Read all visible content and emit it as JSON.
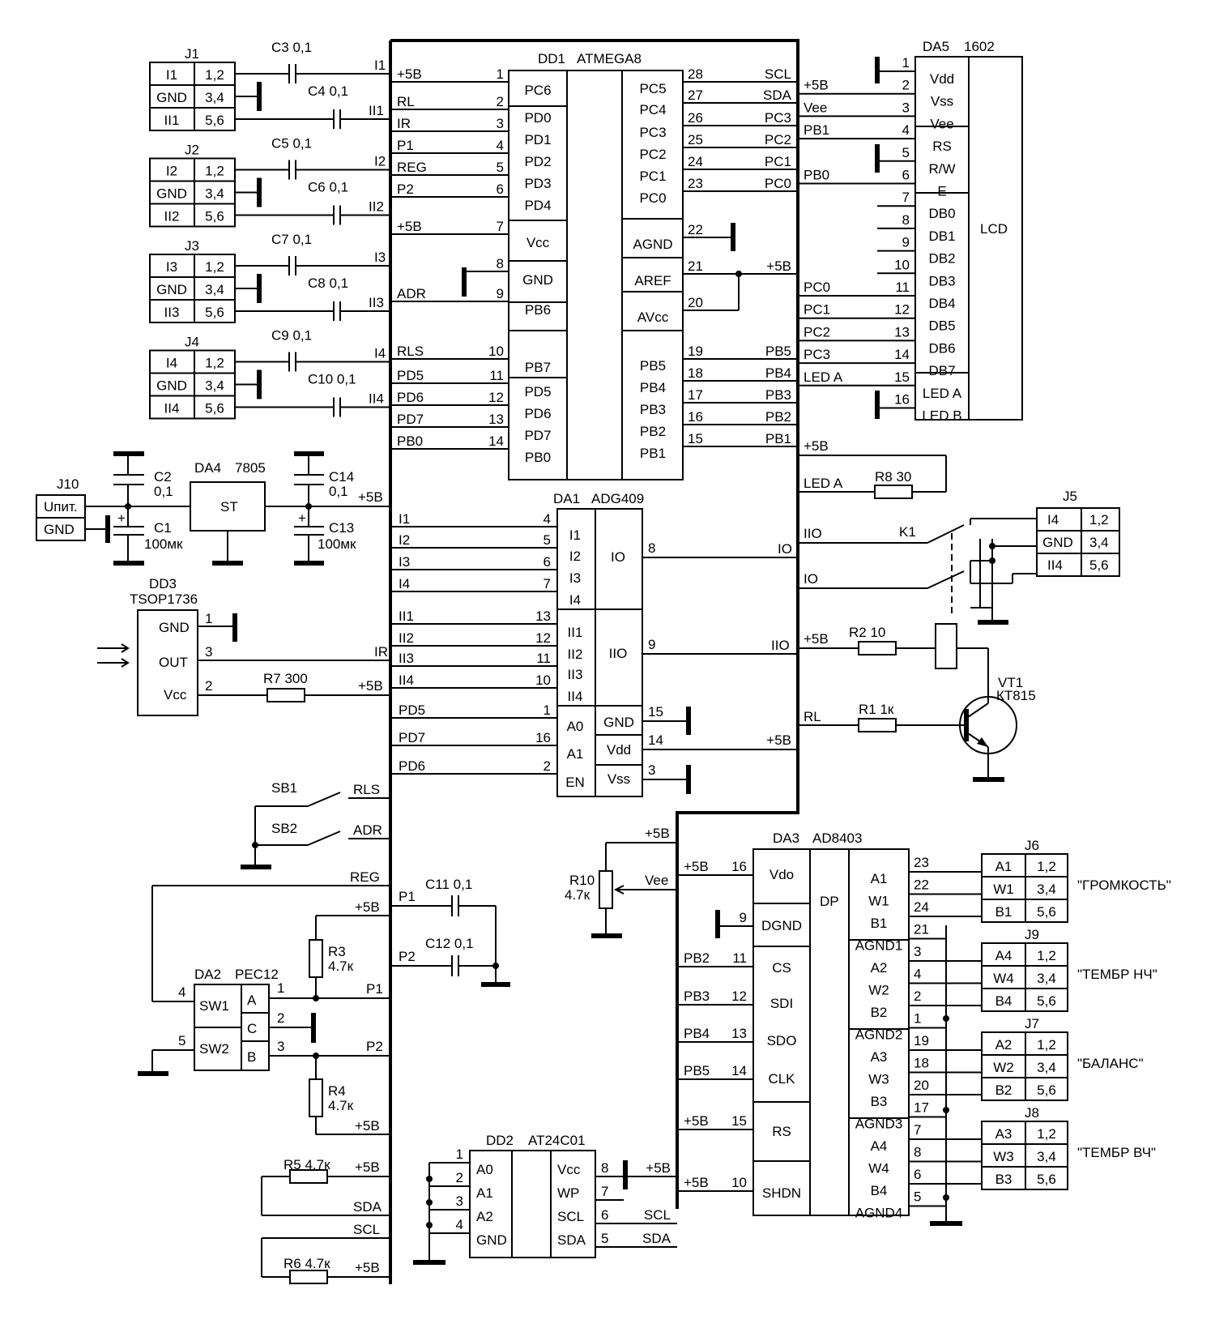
{
  "chips": {
    "dd1": {
      "ref": "DD1",
      "type": "ATMEGA8",
      "left_pins": [
        {
          "net": "+5B",
          "num": "1",
          "name": "PC6"
        },
        {
          "net": "RL",
          "num": "2",
          "name": "PD0"
        },
        {
          "net": "IR",
          "num": "3",
          "name": "PD1"
        },
        {
          "net": "P1",
          "num": "4",
          "name": "PD2"
        },
        {
          "net": "REG",
          "num": "5",
          "name": "PD3"
        },
        {
          "net": "P2",
          "num": "6",
          "name": "PD4"
        },
        {
          "net": "+5B",
          "num": "7",
          "name": "Vcc"
        },
        {
          "net": "",
          "num": "8",
          "name": "GND"
        },
        {
          "net": "ADR",
          "num": "9",
          "name": "PB6"
        },
        {
          "net": "RLS",
          "num": "10",
          "name": "PB7"
        },
        {
          "net": "PD5",
          "num": "11",
          "name": "PD5"
        },
        {
          "net": "PD6",
          "num": "12",
          "name": "PD6"
        },
        {
          "net": "PD7",
          "num": "13",
          "name": "PD7"
        },
        {
          "net": "PB0",
          "num": "14",
          "name": "PB0"
        }
      ],
      "right_pins": [
        {
          "net": "SCL",
          "num": "28",
          "name": "PC5"
        },
        {
          "net": "SDA",
          "num": "27",
          "name": "PC4"
        },
        {
          "net": "PC3",
          "num": "26",
          "name": "PC3"
        },
        {
          "net": "PC2",
          "num": "25",
          "name": "PC2"
        },
        {
          "net": "PC1",
          "num": "24",
          "name": "PC1"
        },
        {
          "net": "PC0",
          "num": "23",
          "name": "PC0"
        },
        {
          "net": "",
          "num": "22",
          "name": "AGND"
        },
        {
          "net": "+5B",
          "num": "21",
          "name": "AREF"
        },
        {
          "net": "",
          "num": "20",
          "name": "AVcc"
        },
        {
          "net": "PB5",
          "num": "19",
          "name": "PB5"
        },
        {
          "net": "PB4",
          "num": "18",
          "name": "PB4"
        },
        {
          "net": "PB3",
          "num": "17",
          "name": "PB3"
        },
        {
          "net": "PB2",
          "num": "16",
          "name": "PB2"
        },
        {
          "net": "PB1",
          "num": "15",
          "name": "PB1"
        }
      ]
    },
    "da5": {
      "ref": "DA5",
      "type": "1602",
      "center_label": "LCD",
      "pins": [
        {
          "num": "1",
          "name": "Vdd",
          "net": ""
        },
        {
          "num": "2",
          "name": "Vss",
          "net": "+5B"
        },
        {
          "num": "3",
          "name": "Vee",
          "net": "Vee"
        },
        {
          "num": "4",
          "name": "RS",
          "net": "PB1"
        },
        {
          "num": "5",
          "name": "R/W",
          "net": ""
        },
        {
          "num": "6",
          "name": "E",
          "net": "PB0"
        },
        {
          "num": "7",
          "name": "DB0",
          "net": ""
        },
        {
          "num": "8",
          "name": "DB1",
          "net": ""
        },
        {
          "num": "9",
          "name": "DB2",
          "net": ""
        },
        {
          "num": "10",
          "name": "DB3",
          "net": ""
        },
        {
          "num": "11",
          "name": "DB4",
          "net": "PC0"
        },
        {
          "num": "12",
          "name": "DB5",
          "net": "PC1"
        },
        {
          "num": "13",
          "name": "DB6",
          "net": "PC2"
        },
        {
          "num": "14",
          "name": "DB7",
          "net": "PC3"
        },
        {
          "num": "15",
          "name": "LED A",
          "net": "LED A"
        },
        {
          "num": "16",
          "name": "LED B",
          "net": ""
        }
      ]
    },
    "da1": {
      "ref": "DA1",
      "type": "ADG409",
      "in_pins": [
        {
          "net": "I1",
          "num": "4",
          "name": "I1"
        },
        {
          "net": "I2",
          "num": "5",
          "name": "I2"
        },
        {
          "net": "I3",
          "num": "6",
          "name": "I3"
        },
        {
          "net": "I4",
          "num": "7",
          "name": "I4"
        },
        {
          "net": "II1",
          "num": "13",
          "name": "II1"
        },
        {
          "net": "II2",
          "num": "12",
          "name": "II2"
        },
        {
          "net": "II3",
          "num": "11",
          "name": "II3"
        },
        {
          "net": "II4",
          "num": "10",
          "name": "II4"
        },
        {
          "net": "PD5",
          "num": "1",
          "name": "A0"
        },
        {
          "net": "PD7",
          "num": "16",
          "name": "A1"
        },
        {
          "net": "PD6",
          "num": "2",
          "name": "EN"
        }
      ],
      "out_pins": [
        {
          "name": "IO",
          "num": "8",
          "net": "IO"
        },
        {
          "name": "IIO",
          "num": "9",
          "net": "IIO"
        },
        {
          "name": "GND",
          "num": "15",
          "net": ""
        },
        {
          "name": "Vdd",
          "num": "14",
          "net": "+5B"
        },
        {
          "name": "Vss",
          "num": "3",
          "net": ""
        }
      ]
    },
    "dd3": {
      "ref": "DD3",
      "type": "TSOP1736",
      "pins": [
        {
          "name": "GND",
          "num": "1"
        },
        {
          "name": "OUT",
          "num": "3"
        },
        {
          "name": "Vcc",
          "num": "2"
        }
      ]
    },
    "da4": {
      "ref": "DA4",
      "type": "7805",
      "body": "ST"
    },
    "da2": {
      "ref": "DA2",
      "type": "PEC12",
      "left": [
        {
          "name": "SW1",
          "num": "4"
        },
        {
          "name": "SW2",
          "num": "5"
        }
      ],
      "right": [
        {
          "name": "A",
          "num": "1"
        },
        {
          "name": "C",
          "num": "2"
        },
        {
          "name": "B",
          "num": "3"
        }
      ]
    },
    "dd2": {
      "ref": "DD2",
      "type": "AT24C01",
      "left": [
        {
          "num": "1",
          "name": "A0"
        },
        {
          "num": "2",
          "name": "A1"
        },
        {
          "num": "3",
          "name": "A2"
        },
        {
          "num": "4",
          "name": "GND"
        }
      ],
      "right": [
        {
          "num": "8",
          "name": "Vcc",
          "net": "+5B"
        },
        {
          "num": "7",
          "name": "WP",
          "net": ""
        },
        {
          "num": "6",
          "name": "SCL",
          "net": "SCL"
        },
        {
          "num": "5",
          "name": "SDA",
          "net": "SDA"
        }
      ]
    },
    "da3": {
      "ref": "DA3",
      "type": "AD8403",
      "center": "DP",
      "left": [
        {
          "net": "+5B",
          "num": "16",
          "name": "Vdo"
        },
        {
          "net": "",
          "num": "9",
          "name": "DGND"
        },
        {
          "net": "PB2",
          "num": "11",
          "name": "CS"
        },
        {
          "net": "PB3",
          "num": "12",
          "name": "SDI"
        },
        {
          "net": "PB4",
          "num": "13",
          "name": "SDO"
        },
        {
          "net": "PB5",
          "num": "14",
          "name": "CLK"
        },
        {
          "net": "+5B",
          "num": "15",
          "name": "RS"
        },
        {
          "net": "+5B",
          "num": "10",
          "name": "SHDN"
        }
      ],
      "right": [
        {
          "name": "A1",
          "num": "23"
        },
        {
          "name": "W1",
          "num": "22"
        },
        {
          "name": "B1",
          "num": "24"
        },
        {
          "name": "AGND1",
          "num": "21"
        },
        {
          "name": "A2",
          "num": "3"
        },
        {
          "name": "W2",
          "num": "4"
        },
        {
          "name": "B2",
          "num": "2"
        },
        {
          "name": "AGND2",
          "num": "1"
        },
        {
          "name": "A3",
          "num": "19"
        },
        {
          "name": "W3",
          "num": "18"
        },
        {
          "name": "B3",
          "num": "20"
        },
        {
          "name": "AGND3",
          "num": "17"
        },
        {
          "name": "A4",
          "num": "7"
        },
        {
          "name": "W4",
          "num": "8"
        },
        {
          "name": "B4",
          "num": "6"
        },
        {
          "name": "AGND4",
          "num": "5"
        }
      ]
    }
  },
  "input_connectors": [
    {
      "ref": "J1",
      "rows": [
        [
          "I1",
          "1,2"
        ],
        [
          "GND",
          "3,4"
        ],
        [
          "II1",
          "5,6"
        ]
      ],
      "cap_top": "C3 0,1",
      "cap_bot": "C4 0,1",
      "net_top": "I1",
      "net_bot": "II1"
    },
    {
      "ref": "J2",
      "rows": [
        [
          "I2",
          "1,2"
        ],
        [
          "GND",
          "3,4"
        ],
        [
          "II2",
          "5,6"
        ]
      ],
      "cap_top": "C5 0,1",
      "cap_bot": "C6 0,1",
      "net_top": "I2",
      "net_bot": "II2"
    },
    {
      "ref": "J3",
      "rows": [
        [
          "I3",
          "1,2"
        ],
        [
          "GND",
          "3,4"
        ],
        [
          "II3",
          "5,6"
        ]
      ],
      "cap_top": "C7 0,1",
      "cap_bot": "C8 0,1",
      "net_top": "I3",
      "net_bot": "II3"
    },
    {
      "ref": "J4",
      "rows": [
        [
          "I4",
          "1,2"
        ],
        [
          "GND",
          "3,4"
        ],
        [
          "II4",
          "5,6"
        ]
      ],
      "cap_top": "C9 0,1",
      "cap_bot": "C10 0,1",
      "net_top": "I4",
      "net_bot": "II4"
    }
  ],
  "out_connectors": [
    {
      "ref": "J6",
      "rows": [
        [
          "A1",
          "1,2"
        ],
        [
          "W1",
          "3,4"
        ],
        [
          "B1",
          "5,6"
        ]
      ],
      "caption": "\"ГРОМКОСТЬ\""
    },
    {
      "ref": "J9",
      "rows": [
        [
          "A4",
          "1,2"
        ],
        [
          "W4",
          "3,4"
        ],
        [
          "B4",
          "5,6"
        ]
      ],
      "caption": "\"ТЕМБР  НЧ\""
    },
    {
      "ref": "J7",
      "rows": [
        [
          "A2",
          "1,2"
        ],
        [
          "W2",
          "3,4"
        ],
        [
          "B2",
          "5,6"
        ]
      ],
      "caption": "\"БАЛАНС\""
    },
    {
      "ref": "J8",
      "rows": [
        [
          "A3",
          "1,2"
        ],
        [
          "W3",
          "3,4"
        ],
        [
          "B3",
          "5,6"
        ]
      ],
      "caption": "\"ТЕМБР  ВЧ\""
    }
  ],
  "j5": {
    "ref": "J5",
    "rows": [
      [
        "I4",
        "1,2"
      ],
      [
        "GND",
        "3,4"
      ],
      [
        "II4",
        "5,6"
      ]
    ]
  },
  "j10": {
    "ref": "J10",
    "rows": [
      "Uпит.",
      "GND"
    ]
  },
  "power": {
    "c2": "C2",
    "c2v": "0,1",
    "c1": "C1",
    "c1v": "100мк",
    "c14": "C14",
    "c14v": "0,1",
    "c13": "C13",
    "c13v": "100мк",
    "out": "+5B"
  },
  "parts": {
    "r7": "R7  300",
    "r8": "R8  30",
    "r2": "R2    10",
    "r1": "R1   1к",
    "r10": "R10",
    "r10v": "4.7к",
    "r3": "R3",
    "r3v": "4.7к",
    "r4": "R4",
    "r4v": "4.7к",
    "r5": "R5  4.7к",
    "r6": "R6  4.7к",
    "c11": "C11  0,1",
    "c12": "C12  0,1",
    "vt1": "VT1",
    "vt1t": "КТ815",
    "k1": "K1",
    "sb1": "SB1",
    "sb2": "SB2"
  },
  "nets": {
    "ir": "IR",
    "p5": "+5B",
    "ledA": "LED A",
    "iio": "IIO",
    "io": "IO",
    "rl": "RL",
    "rls": "RLS",
    "adr": "ADR",
    "reg": "REG",
    "p1": "P1",
    "p2": "P2",
    "sda": "SDA",
    "scl": "SCL",
    "vee": "Vee"
  }
}
